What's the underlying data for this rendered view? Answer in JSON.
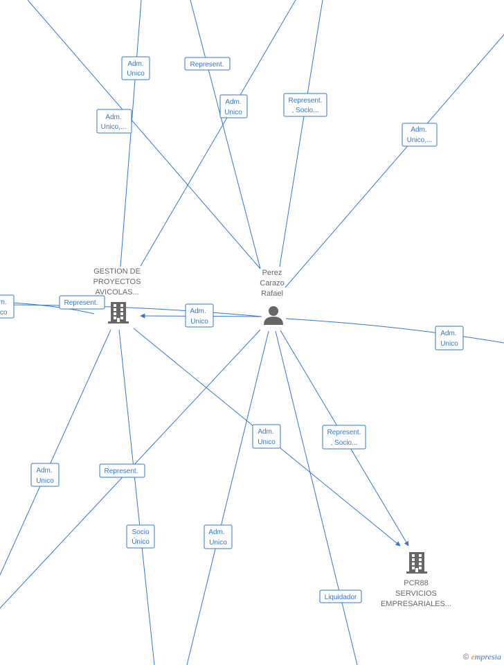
{
  "nodes": {
    "gestion": {
      "lines": [
        "GESTION DE",
        "PROYECTOS",
        "AVICOLAS..."
      ],
      "icon": "building-icon"
    },
    "perez": {
      "lines": [
        "Perez",
        "Carazo",
        "Rafael"
      ],
      "icon": "person-icon"
    },
    "pcr88": {
      "lines": [
        "PCR88",
        "SERVICIOS",
        "EMPRESARIALES..."
      ],
      "icon": "building-icon"
    }
  },
  "edge_labels": {
    "l1": [
      "Adm.",
      "Unico"
    ],
    "l2": [
      "Represent."
    ],
    "l3": [
      "Adm.",
      "Unico,..."
    ],
    "l4": [
      "Adm.",
      "Unico"
    ],
    "l5": [
      "Represent.",
      ", Socio..."
    ],
    "l6": [
      "Adm.",
      "Unico,..."
    ],
    "l7": [
      "m.",
      "ico"
    ],
    "l8": [
      "Represent."
    ],
    "l9": [
      "Adm.",
      "Unico"
    ],
    "l10": [
      "Adm.",
      "Unico"
    ],
    "l11": [
      "Adm.",
      "Unico"
    ],
    "l12": [
      "Represent.",
      ", Socio..."
    ],
    "l13": [
      "Adm.",
      "Unico"
    ],
    "l14": [
      "Represent."
    ],
    "l15": [
      "Socio",
      "Único"
    ],
    "l16": [
      "Adm.",
      "Unico"
    ],
    "l17": [
      "Liquidador"
    ]
  },
  "colors": {
    "edge": "#2f77d0",
    "node": "#666666"
  },
  "watermark": {
    "symbol": "©",
    "brand_initial": "e",
    "brand_rest": "mpresia"
  }
}
